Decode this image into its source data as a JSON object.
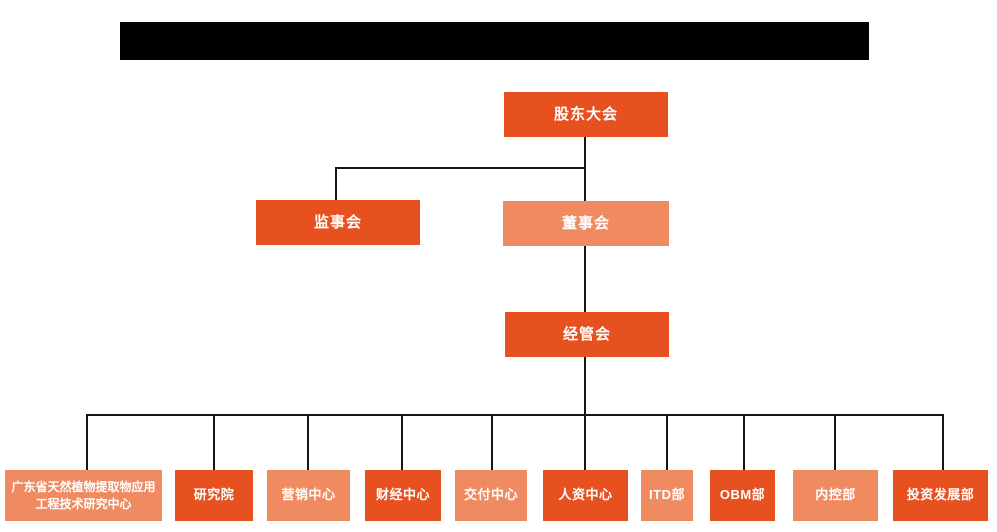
{
  "colors": {
    "primary_orange": "#E7511F",
    "light_orange": "#F08B61",
    "connector_line": "#151515",
    "node_text": "#ffffff",
    "redaction_black": "#000000",
    "background": "#ffffff"
  },
  "chart": {
    "type": "org-chart",
    "nodes": {
      "shareholders_meeting": {
        "label": "股东大会",
        "tone": "primary"
      },
      "supervisory_board": {
        "label": "监事会",
        "tone": "primary"
      },
      "board_of_directors": {
        "label": "董事会",
        "tone": "light"
      },
      "management_committee": {
        "label": "经管会",
        "tone": "primary"
      }
    },
    "departments": [
      {
        "label": "广东省天然植物提取物应用工程技术研究中心",
        "tone": "light"
      },
      {
        "label": "研究院",
        "tone": "primary"
      },
      {
        "label": "营销中心",
        "tone": "light"
      },
      {
        "label": "财经中心",
        "tone": "primary"
      },
      {
        "label": "交付中心",
        "tone": "light"
      },
      {
        "label": "人资中心",
        "tone": "primary"
      },
      {
        "label": "ITD部",
        "tone": "light"
      },
      {
        "label": "OBM部",
        "tone": "primary"
      },
      {
        "label": "内控部",
        "tone": "light"
      },
      {
        "label": "投资发展部",
        "tone": "primary"
      }
    ]
  }
}
